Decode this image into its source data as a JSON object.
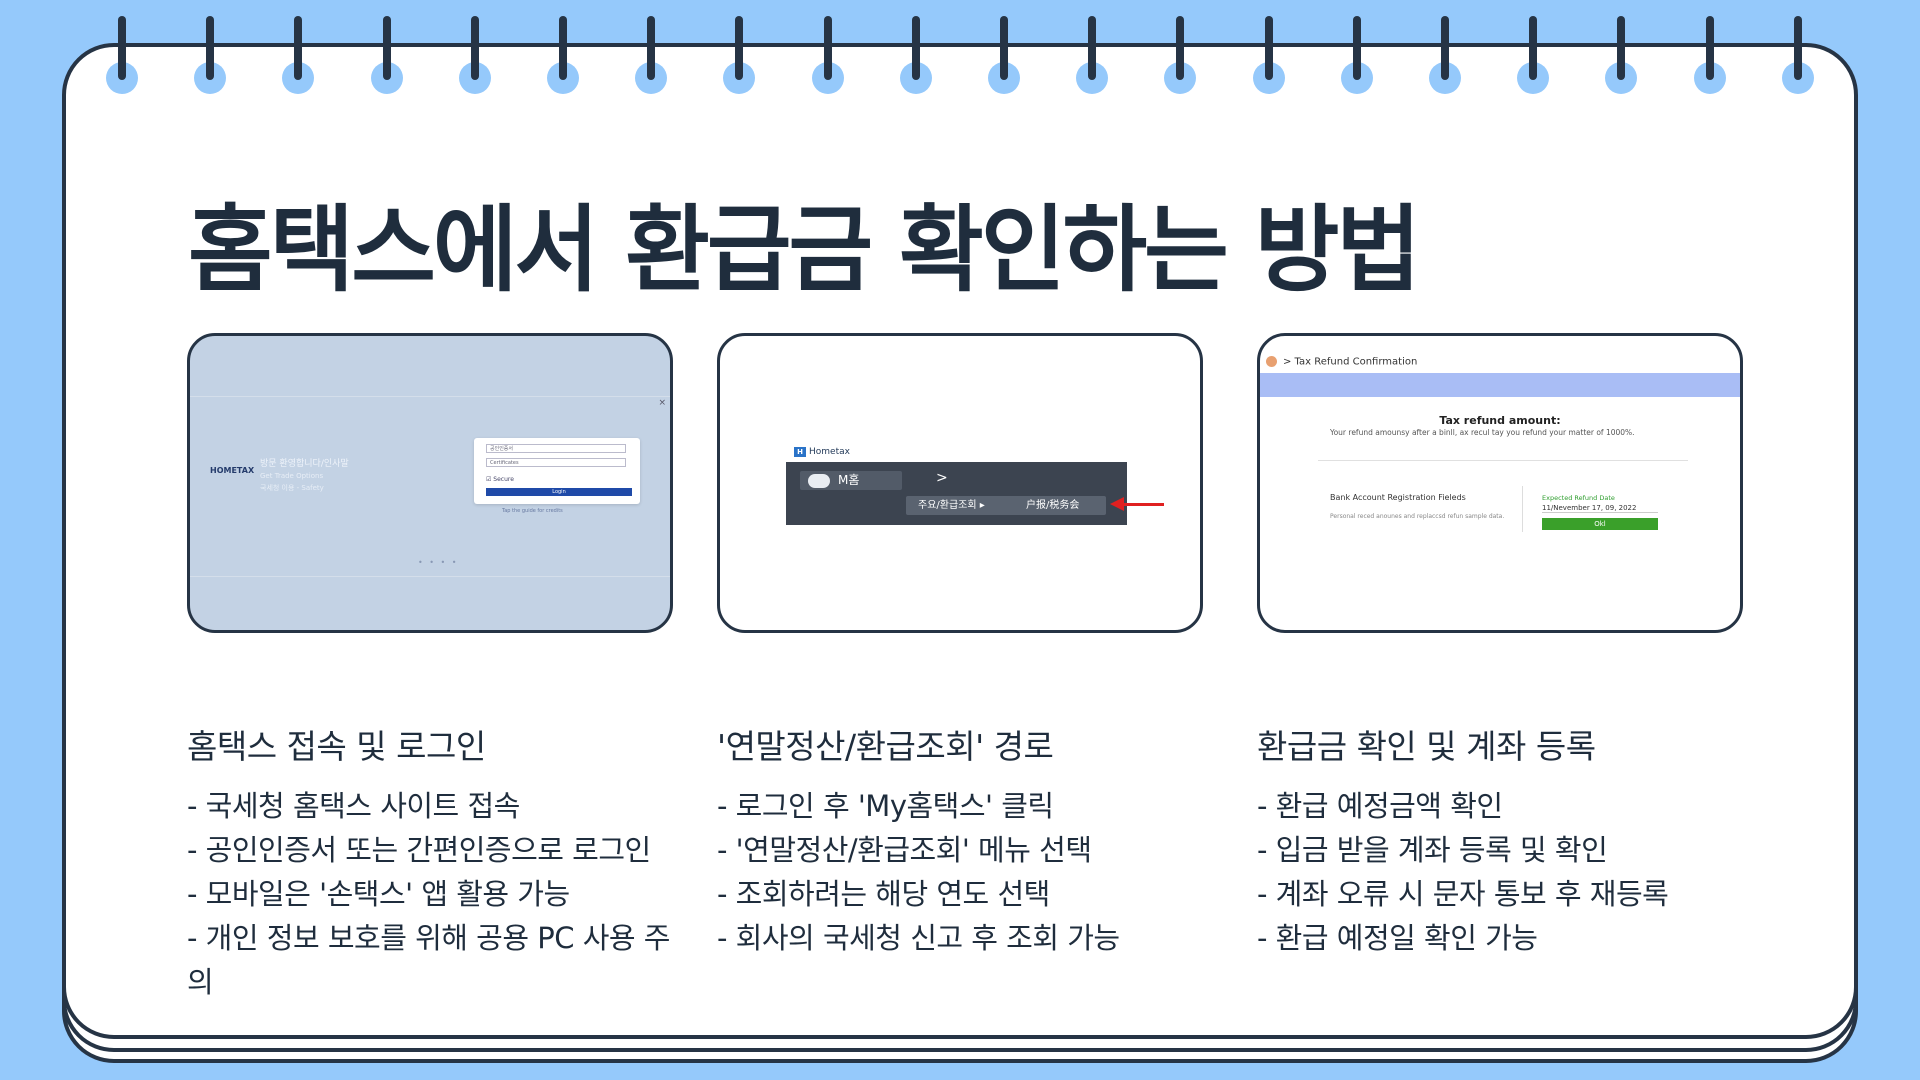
{
  "title": "홈택스에서 환급금 확인하는 방법",
  "colors": {
    "background": "#95c9fb",
    "ink": "#263445",
    "accent_red": "#e02020",
    "ok_green": "#3aa02a"
  },
  "screens": {
    "login": {
      "logo": "HOMETAX",
      "welcome": "방문 환영합니다/인사말",
      "welcome_sub1": "Get Trade Options",
      "welcome_sub2": "국세청 이용 - Safety",
      "field_id": "공인인증서",
      "field_cert": "Certificates",
      "secure_label": "☑ Secure",
      "login_button": "Login",
      "hint": "Tap the guide for credits",
      "pager": "• •   • •",
      "close": "×"
    },
    "menu": {
      "brand_mark": "H",
      "brand": "Hometax",
      "my_menu": "M홈",
      "arrow": ">",
      "submenu_left": "주요/환급조회 ▸",
      "submenu_right": "户报/税务会"
    },
    "refund": {
      "breadcrumb": ">   Tax Refund Confirmation",
      "heading": "Tax refund amount:",
      "text": "Your refund amounsy after a binll, ax recul tay you refund your matter of 1000%.",
      "bank_title": "Bank Account Registration Fieleds",
      "bank_sub": "Personal reced anounes and replaccsd refun sample data.",
      "expected_label": "Expected Refund Date",
      "expected_date": "11/Nevember 17, 09, 2022",
      "ok_button": "Okl"
    }
  },
  "columns": [
    {
      "heading": "홈택스 접속 및 로그인",
      "items": [
        "- 국세청 홈택스 사이트 접속",
        "- 공인인증서 또는 간편인증으로 로그인",
        "- 모바일은 '손택스' 앱 활용 가능",
        "- 개인 정보 보호를 위해 공용 PC 사용 주의"
      ]
    },
    {
      "heading": "'연말정산/환급조회' 경로",
      "items": [
        "- 로그인 후 'My홈택스' 클릭",
        "- '연말정산/환급조회' 메뉴 선택",
        "- 조회하려는 해당 연도 선택",
        "- 회사의 국세청 신고 후 조회 가능"
      ]
    },
    {
      "heading": "환급금 확인 및 계좌 등록",
      "items": [
        "- 환급 예정금액 확인",
        "- 입금 받을 계좌 등록 및 확인",
        "- 계좌 오류 시 문자 통보 후 재등록",
        "- 환급 예정일 확인 가능"
      ]
    }
  ]
}
